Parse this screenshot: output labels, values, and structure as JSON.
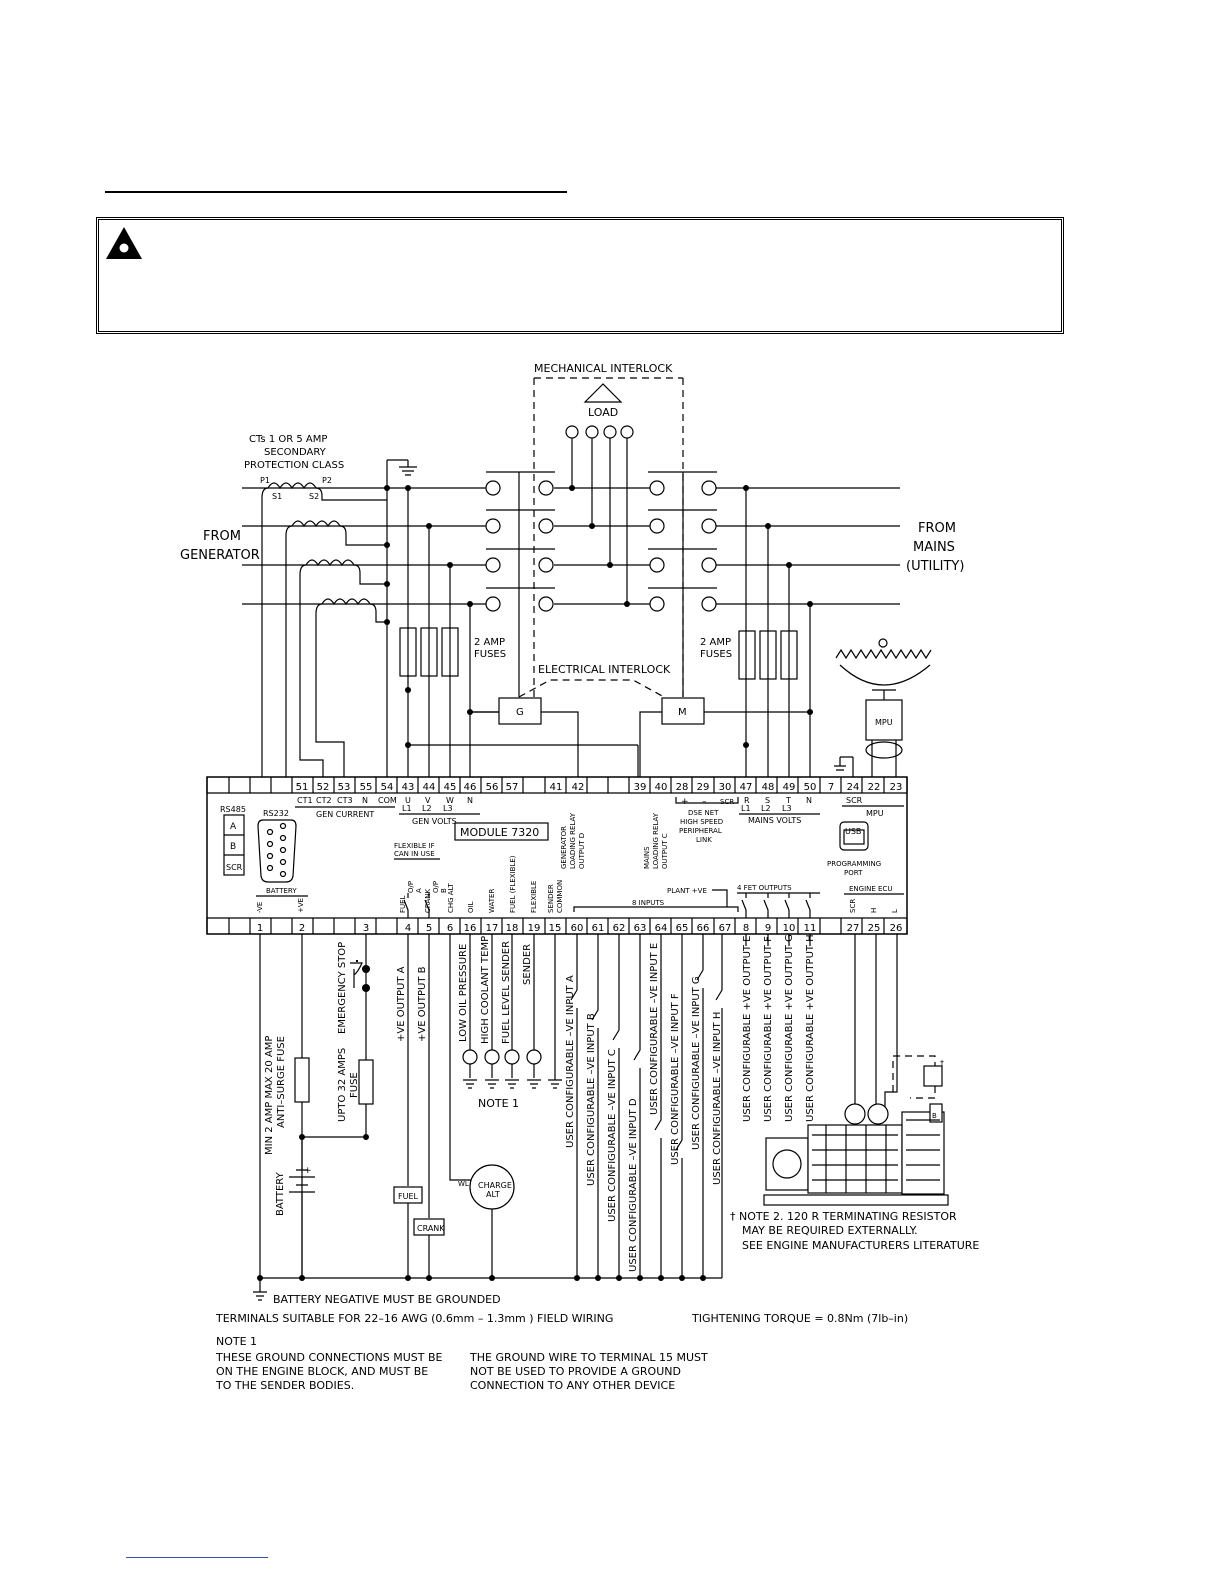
{
  "title_under": "",
  "top": {
    "mech_interlock": "MECHANICAL INTERLOCK",
    "load": "LOAD",
    "ct_title_1": "CTs 1 OR 5 AMP",
    "ct_title_2": "SECONDARY",
    "ct_title_3": "PROTECTION CLASS",
    "p1": "P1",
    "p2": "P2",
    "s1": "S1",
    "s2": "S2",
    "from_gen_1": "FROM",
    "from_gen_2": "GENERATOR",
    "from_mains_1": "FROM",
    "from_mains_2": "MAINS",
    "from_mains_3": "(UTILITY)",
    "fuses_left_1": "2 AMP",
    "fuses_left_2": "FUSES",
    "fuses_right_1": "2 AMP",
    "fuses_right_2": "FUSES",
    "elec_interlock": "ELECTRICAL INTERLOCK",
    "g_label": "G",
    "m_label": "M",
    "mpu": "MPU"
  },
  "module": {
    "name": "MODULE 7320",
    "top_terminals": [
      "51",
      "52",
      "53",
      "55",
      "54",
      "43",
      "44",
      "45",
      "46",
      "56",
      "57",
      "41",
      "42",
      "39",
      "40",
      "28",
      "29",
      "30",
      "47",
      "48",
      "49",
      "50",
      "7",
      "24",
      "22",
      "23"
    ],
    "bottom_terminals": [
      "1",
      "2",
      "3",
      "4",
      "5",
      "6",
      "16",
      "17",
      "18",
      "19",
      "15",
      "60",
      "61",
      "62",
      "63",
      "64",
      "65",
      "66",
      "67",
      "8",
      "9",
      "10",
      "11",
      "27",
      "25",
      "26"
    ],
    "ct_labels": [
      "CT1",
      "CT2",
      "CT3",
      "N",
      "COM"
    ],
    "gen_current": "GEN CURRENT",
    "gen_volts_top": [
      "U",
      "V",
      "W",
      "N"
    ],
    "gen_volts_bottom": [
      "L1",
      "L2",
      "L3"
    ],
    "gen_volts": "GEN VOLTS",
    "gen_relay": [
      "GENERATOR",
      "LOADING RELAY",
      "OUTPUT D"
    ],
    "mains_relay": [
      "MAINS",
      "LOADING RELAY",
      "OUTPUT C"
    ],
    "dsenet_signs": [
      "+",
      "–",
      "SCR"
    ],
    "dsenet": [
      "DSE NET",
      "HIGH SPEED",
      "PERIPHERAL",
      "LINK"
    ],
    "mains_volts_top": [
      "R",
      "S",
      "T",
      "N"
    ],
    "mains_volts_bottom": [
      "L1",
      "L2",
      "L3"
    ],
    "mains_volts": "MAINS VOLTS",
    "scr": "SCR",
    "mpu": "MPU",
    "rs485": "RS485",
    "rs232": "RS232",
    "rs_a": "A",
    "rs_b": "B",
    "rs_scr": "SCR",
    "usb": "USB",
    "prog_port_1": "PROGRAMMING",
    "prog_port_2": "PORT",
    "flexible_1": "FLEXIBLE IF",
    "flexible_2": "CAN IN USE",
    "fuel_op": [
      "FUEL",
      "O/P",
      "A"
    ],
    "crank_op": [
      "CRANK",
      "O/P",
      "B"
    ],
    "chg_alt": "CHG ALT",
    "oil": "OIL",
    "water": "WATER",
    "fuel_flex": "FUEL (FLEXIBLE)",
    "flexible": "FLEXIBLE",
    "sender_common": [
      "SENDER",
      "COMMON"
    ],
    "eight_inputs": "8 INPUTS",
    "plant_ve": "PLANT +VE",
    "fet_outputs": "4 FET OUTPUTS",
    "engine_ecu": "ENGINE ECU",
    "ecu_pins": [
      "SCR",
      "H",
      "L"
    ],
    "battery": "BATTERY",
    "batt_pins": [
      "-VE",
      "+VE"
    ]
  },
  "bottom": {
    "emergency_stop": "EMERGENCY STOP",
    "out_a": "+VE OUTPUT A",
    "out_b": "+VE OUTPUT B",
    "low_oil": "LOW OIL PRESSURE",
    "high_coolant": "HIGH COOLANT TEMP",
    "fuel_level": "FUEL LEVEL SENDER",
    "sender": "SENDER",
    "inputs": [
      "USER CONFIGURABLE –VE INPUT A",
      "USER CONFIGURABLE –VE INPUT B",
      "USER CONFIGURABLE –VE INPUT C",
      "USER CONFIGURABLE –VE INPUT D",
      "USER CONFIGURABLE –VE INPUT E",
      "USER CONFIGURABLE –VE INPUT F",
      "USER CONFIGURABLE –VE INPUT G",
      "USER CONFIGURABLE –VE INPUT H"
    ],
    "outputs": [
      "USER CONFIGURABLE +VE OUTPUT E",
      "USER CONFIGURABLE +VE OUTPUT F",
      "USER CONFIGURABLE +VE OUTPUT G",
      "USER CONFIGURABLE +VE OUTPUT H"
    ],
    "fuse_20_1": "MIN 2 AMP MAX 20 AMP",
    "fuse_20_2": "ANTI–SURGE FUSE",
    "fuse_32_1": "UPTO 32 AMPS",
    "fuse_32_2": "FUSE",
    "battery": "BATTERY",
    "fuel": "FUEL",
    "crank": "CRANK",
    "charge_alt_1": "CHARGE",
    "charge_alt_2": "ALT",
    "wl": "WL",
    "note1_tag": "NOTE 1",
    "note2_1": "† NOTE 2. 120 R TERMINATING RESISTOR",
    "note2_2": "MAY BE REQUIRED EXTERNALLY.",
    "note2_3": "SEE ENGINE MANUFACTURERS LITERATURE",
    "dagger": "†"
  },
  "footer": {
    "batt_neg": "BATTERY NEGATIVE MUST BE GROUNDED",
    "terminals": "TERMINALS SUITABLE FOR 22–16 AWG (0.6mm – 1.3mm ) FIELD WIRING",
    "torque": "TIGHTENING TORQUE = 0.8Nm (7lb–in)",
    "note1_head": "NOTE 1",
    "note1_lines": [
      "THESE GROUND CONNECTIONS MUST BE",
      "ON THE ENGINE BLOCK, AND MUST BE",
      "TO THE SENDER BODIES."
    ],
    "ground_lines": [
      "THE GROUND WIRE TO TERMINAL 15 MUST",
      "NOT BE USED TO PROVIDE A GROUND",
      "CONNECTION TO ANY OTHER DEVICE"
    ]
  }
}
